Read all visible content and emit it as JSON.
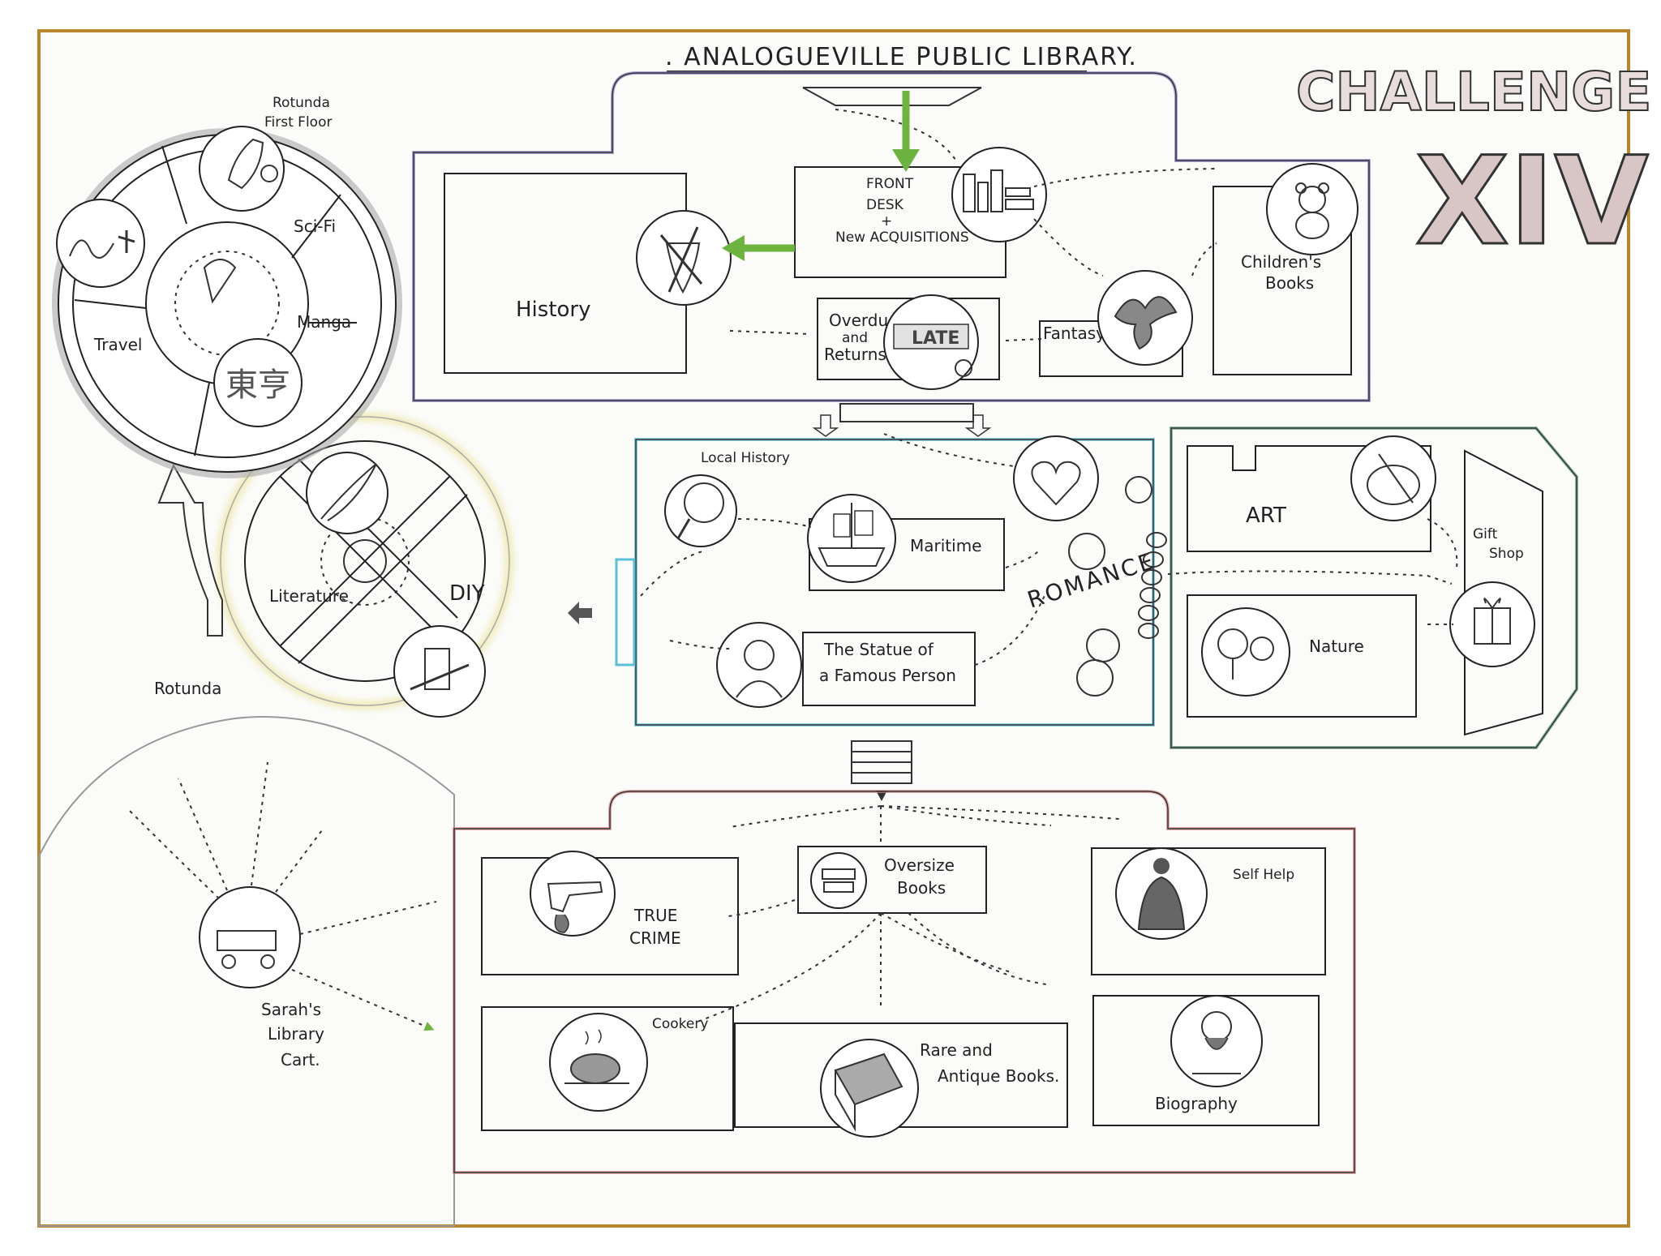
{
  "title": ". ANALOGUEVILLE PUBLIC LIBRARY.",
  "challenge": {
    "word": "CHALLENGE",
    "numeral": "XIV"
  },
  "colors": {
    "frame": "#b8862e",
    "top_building": "#8a7ec6",
    "middle_building": "#5bbfd6",
    "right_building": "#5f9a80",
    "bottom_building": "#d98a8a",
    "literature_rotunda": "#e6e08a",
    "first_floor_rotunda": "#888888",
    "arrow_green": "#6db33f",
    "ink": "#222222"
  },
  "top_building": {
    "history": "History",
    "front_desk": [
      "FRONT",
      "DESK",
      "+",
      "New ACQUISITIONS"
    ],
    "overdues": [
      "Overdues",
      "and",
      "Returns"
    ],
    "late_badge": "LATE",
    "fantasy": "Fantasy",
    "childrens": [
      "Children's",
      "Books"
    ]
  },
  "middle_building": {
    "local_history": "Local History",
    "maritime": "Maritime",
    "statue": [
      "The Statue of",
      "a Famous Person"
    ],
    "romance": "ROMANCE"
  },
  "right_building": {
    "art": "ART",
    "gift_shop": [
      "Gift",
      "Shop"
    ],
    "nature": "Nature"
  },
  "literature_rotunda": {
    "literature": "Literature",
    "diy": "DIY"
  },
  "first_floor_rotunda": {
    "heading": [
      "Rotunda",
      "First Floor"
    ],
    "scifi": "Sci-Fi",
    "manga": "Manga",
    "manga_glyphs": "東亨",
    "travel": "Travel"
  },
  "rotunda": {
    "label": "Rotunda",
    "cart": [
      "Sarah's",
      "Library",
      "Cart."
    ]
  },
  "bottom_building": {
    "oversize": [
      "Oversize",
      "Books"
    ],
    "true_crime": [
      "TRUE",
      "CRIME"
    ],
    "self_help": "Self Help",
    "cookery": "Cookery",
    "rare": [
      "Rare and",
      "Antique Books."
    ],
    "biography": "Biography"
  }
}
